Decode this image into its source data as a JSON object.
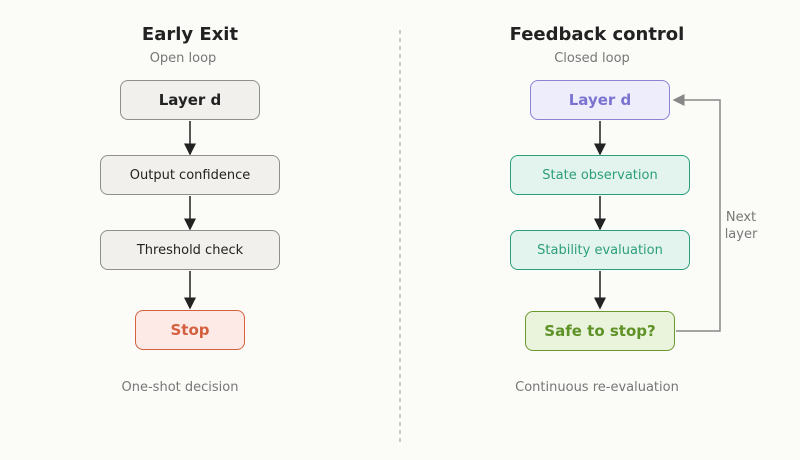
{
  "left": {
    "title": "Early Exit",
    "subtitle": "Open loop",
    "nodes": [
      "Layer d",
      "Output confidence",
      "Threshold check",
      "Stop"
    ],
    "caption": "One-shot decision"
  },
  "right": {
    "title": "Feedback control",
    "subtitle": "Closed loop",
    "nodes": [
      "Layer d",
      "State observation",
      "Stability evaluation",
      "Safe to stop?"
    ],
    "caption": "Continuous re-evaluation",
    "loop_label_1": "Next",
    "loop_label_2": "layer"
  },
  "colors": {
    "arrow": "#222222",
    "loop_arrow": "#888888",
    "divider": "#999999"
  }
}
